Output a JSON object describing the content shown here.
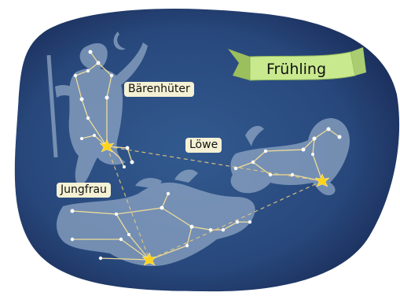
{
  "season": {
    "label": "Frühling"
  },
  "constellations": [
    {
      "key": "baerenhueter",
      "label": "Bärenhüter"
    },
    {
      "key": "loewe",
      "label": "Löwe"
    },
    {
      "key": "jungfrau",
      "label": "Jungfrau"
    }
  ],
  "colors": {
    "sky": "#2b4a7e",
    "sky_dark": "#1b2f5c",
    "figure": "#8ea6c4",
    "line": "#eedc9a",
    "star": "#ffffff",
    "bright_star": "#ffd31a",
    "banner": "#c9e98e",
    "label_bg": "#f4f1d4"
  }
}
